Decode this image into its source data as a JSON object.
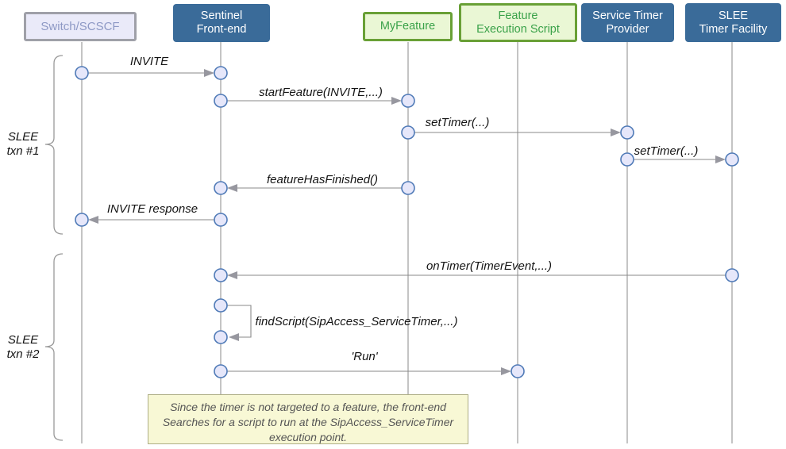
{
  "colors": {
    "blue_box_bg": "#3A6B99",
    "blue_box_text": "#FFFFFF",
    "green_box_bg": "#EAF7D5",
    "green_box_border": "#69A036",
    "green_box_text": "#3BA24A",
    "lavender_box_bg": "#EAEAF9",
    "lavender_box_border": "#9FA0A8",
    "lavender_box_text": "#8E99C5",
    "lifeline": "#8A8A8A",
    "arrow_line": "#8A8A8A",
    "arrowhead": "#97979F",
    "node_fill": "#E6E7FA",
    "node_stroke": "#4F7AB7",
    "note_bg": "#F8F8D5",
    "note_border": "#ADAD85",
    "note_text": "#555555",
    "label_text": "#141414",
    "brace": "#999999",
    "page_bg": "#FFFFFF"
  },
  "actors": [
    {
      "label": "Switch/SCSCF",
      "style": "lavender"
    },
    {
      "label": "Sentinel\nFront-end",
      "style": "blue"
    },
    {
      "label": "MyFeature",
      "style": "green"
    },
    {
      "label": "Feature\nExecution Script",
      "style": "green"
    },
    {
      "label": "Service Timer\nProvider",
      "style": "blue"
    },
    {
      "label": "SLEE\nTimer Facility",
      "style": "blue"
    }
  ],
  "groups": [
    {
      "label": "SLEE\ntxn #1"
    },
    {
      "label": "SLEE\ntxn #2"
    }
  ],
  "messages": [
    {
      "label": "INVITE",
      "from": "Switch/SCSCF",
      "to": "Sentinel Front-end"
    },
    {
      "label": "startFeature(INVITE,...)",
      "from": "Sentinel Front-end",
      "to": "MyFeature"
    },
    {
      "label": "setTimer(...)",
      "from": "MyFeature",
      "to": "Service Timer Provider"
    },
    {
      "label": "setTimer(...)",
      "from": "Service Timer Provider",
      "to": "SLEE Timer Facility"
    },
    {
      "label": "featureHasFinished()",
      "from": "MyFeature",
      "to": "Sentinel Front-end"
    },
    {
      "label": "INVITE response",
      "from": "Sentinel Front-end",
      "to": "Switch/SCSCF"
    },
    {
      "label": "onTimer(TimerEvent,...)",
      "from": "SLEE Timer Facility",
      "to": "Sentinel Front-end"
    },
    {
      "label": "findScript(SipAccess_ServiceTimer,...)",
      "from": "Sentinel Front-end",
      "to": "Sentinel Front-end"
    },
    {
      "label": "'Run'",
      "from": "Sentinel Front-end",
      "to": "Feature Execution Script"
    }
  ],
  "note": {
    "text": "Since the timer is not targeted to a feature, the front-end\nSearches for a script to run at the SipAccess_ServiceTimer\nexecution point."
  }
}
